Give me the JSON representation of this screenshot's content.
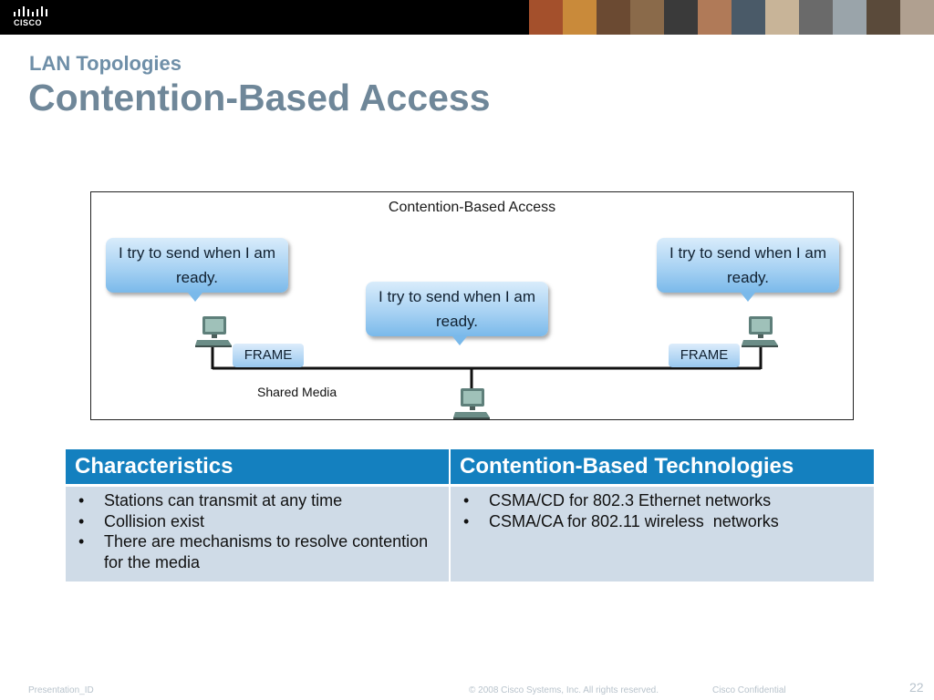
{
  "header": {
    "logo_text": "CISCO",
    "photo_colors": [
      "#a4502c",
      "#c98a3a",
      "#6b4a32",
      "#8a6a4a",
      "#3a3a3a",
      "#b07a58",
      "#4a5a68",
      "#c8b498",
      "#6a6a6a",
      "#9aa4aa",
      "#5a4a3a",
      "#b0a090"
    ]
  },
  "slide": {
    "subtitle": "LAN Topologies",
    "title": "Contention-Based Access"
  },
  "diagram": {
    "title": "Contention-Based Access",
    "bubbles": [
      {
        "line1": "I try to send when I am",
        "line2": "ready."
      },
      {
        "line1": "I try to send when I am",
        "line2": "ready."
      },
      {
        "line1": "I try to send when I am",
        "line2": "ready."
      }
    ],
    "frame_labels": [
      "FRAME",
      "FRAME"
    ],
    "media_label": "Shared Media"
  },
  "table": {
    "headers": [
      "Characteristics",
      "Contention-Based Technologies"
    ],
    "col1": [
      "Stations can transmit at any time",
      "Collision exist",
      "There are mechanisms to resolve contention for the media"
    ],
    "col2": [
      "CSMA/CD for 802.3 Ethernet networks",
      "CSMA/CA for 802.11 wireless  networks"
    ]
  },
  "footer": {
    "presentation_id": "Presentation_ID",
    "copyright": "© 2008 Cisco Systems, Inc. All rights reserved.",
    "confidential": "Cisco Confidential",
    "page_number": "22"
  }
}
